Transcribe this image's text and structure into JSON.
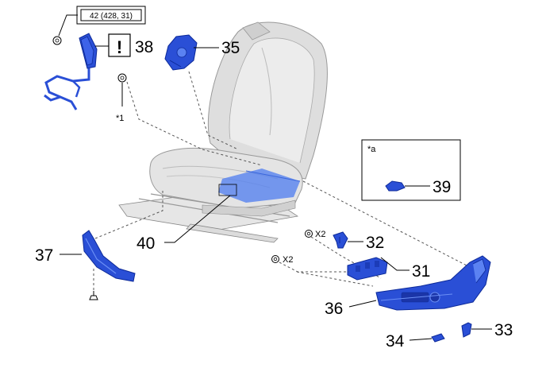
{
  "torque_spec": "42 (428, 31)",
  "note_symbol": "!",
  "inset_label": "*a",
  "footnote_ref": "*1",
  "qty_label_32": "X2",
  "qty_label_31": "X2",
  "parts": {
    "p31": "31",
    "p32": "32",
    "p33": "33",
    "p34": "34",
    "p35": "35",
    "p36": "36",
    "p37": "37",
    "p38": "38",
    "p39": "39",
    "p40": "40"
  },
  "colors": {
    "part_highlight": "#2a4fd6",
    "seat_gray": "#d9d9d9"
  }
}
